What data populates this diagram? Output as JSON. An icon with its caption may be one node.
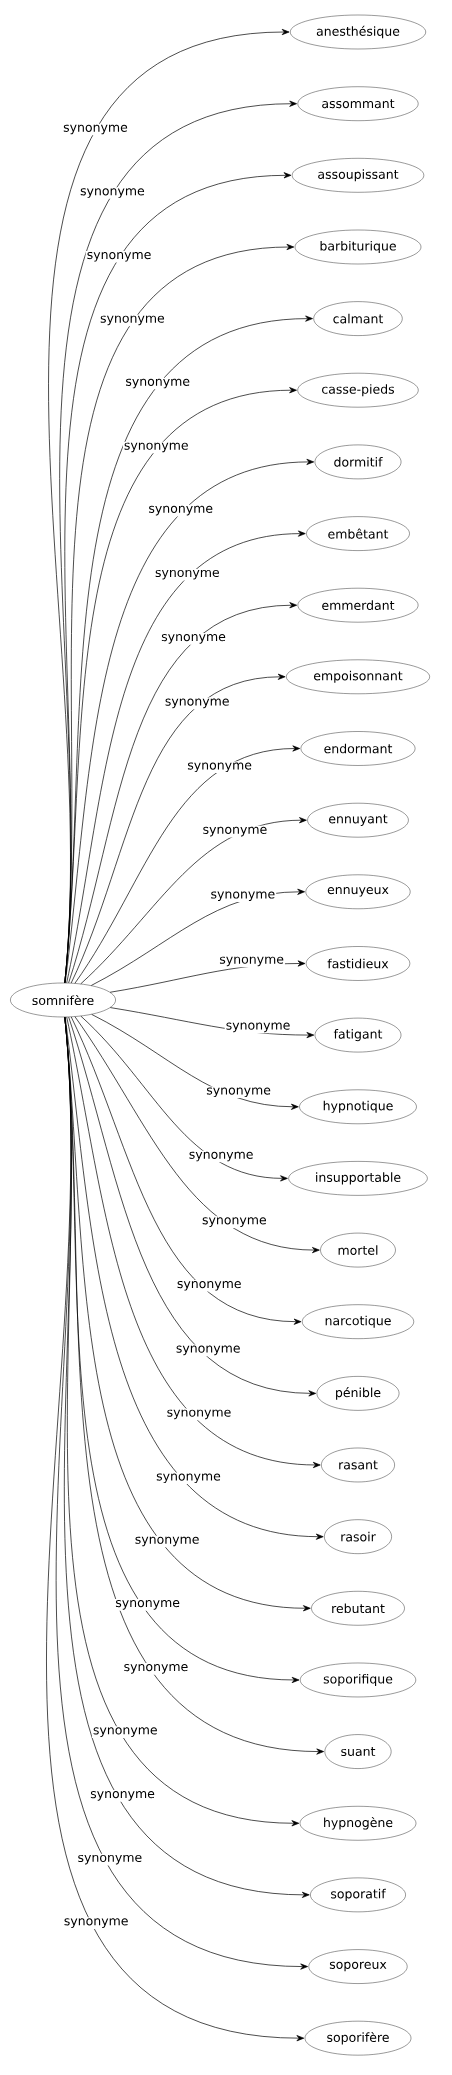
{
  "diagram": {
    "nodes": [
      {
        "text": [
          "somnifère"
        ]
      },
      {
        "text": [
          "anesthésique"
        ]
      },
      {
        "text": [
          "assommant"
        ]
      },
      {
        "text": [
          "assoupissant"
        ]
      },
      {
        "text": [
          "barbiturique"
        ]
      },
      {
        "text": [
          "calmant"
        ]
      },
      {
        "text": [
          "casse-pieds"
        ]
      },
      {
        "text": [
          "dormitif"
        ]
      },
      {
        "text": [
          "embêtant"
        ]
      },
      {
        "text": [
          "emmerdant"
        ]
      },
      {
        "text": [
          "empoisonnant"
        ]
      },
      {
        "text": [
          "endormant"
        ]
      },
      {
        "text": [
          "ennuyant"
        ]
      },
      {
        "text": [
          "ennuyeux"
        ]
      },
      {
        "text": [
          "fastidieux"
        ]
      },
      {
        "text": [
          "fatigant"
        ]
      },
      {
        "text": [
          "hypnotique"
        ]
      },
      {
        "text": [
          "insupportable"
        ]
      },
      {
        "text": [
          "mortel"
        ]
      },
      {
        "text": [
          "narcotique"
        ]
      },
      {
        "text": [
          "pénible"
        ]
      },
      {
        "text": [
          "rasant"
        ]
      },
      {
        "text": [
          "rasoir"
        ]
      },
      {
        "text": [
          "rebutant"
        ]
      },
      {
        "text": [
          "soporifique"
        ]
      },
      {
        "text": [
          "suant"
        ]
      },
      {
        "text": [
          "hypnogène"
        ]
      },
      {
        "text": [
          "soporatif"
        ]
      },
      {
        "text": [
          "soporeux"
        ]
      },
      {
        "text": [
          "soporifère"
        ]
      }
    ],
    "edges": [
      {
        "from": 0,
        "to": 1,
        "arrow": "to",
        "label": "synonyme"
      },
      {
        "from": 0,
        "to": 2,
        "arrow": "to",
        "label": "synonyme"
      },
      {
        "from": 0,
        "to": 3,
        "arrow": "to",
        "label": "synonyme"
      },
      {
        "from": 0,
        "to": 4,
        "arrow": "to",
        "label": "synonyme"
      },
      {
        "from": 0,
        "to": 5,
        "arrow": "to",
        "label": "synonyme"
      },
      {
        "from": 0,
        "to": 6,
        "arrow": "to",
        "label": "synonyme"
      },
      {
        "from": 0,
        "to": 7,
        "arrow": "to",
        "label": "synonyme"
      },
      {
        "from": 0,
        "to": 8,
        "arrow": "to",
        "label": "synonyme"
      },
      {
        "from": 0,
        "to": 9,
        "arrow": "to",
        "label": "synonyme"
      },
      {
        "from": 0,
        "to": 10,
        "arrow": "to",
        "label": "synonyme"
      },
      {
        "from": 0,
        "to": 11,
        "arrow": "to",
        "label": "synonyme"
      },
      {
        "from": 0,
        "to": 12,
        "arrow": "to",
        "label": "synonyme"
      },
      {
        "from": 0,
        "to": 13,
        "arrow": "to",
        "label": "synonyme"
      },
      {
        "from": 0,
        "to": 14,
        "arrow": "to",
        "label": "synonyme"
      },
      {
        "from": 0,
        "to": 15,
        "arrow": "to",
        "label": "synonyme"
      },
      {
        "from": 0,
        "to": 16,
        "arrow": "to",
        "label": "synonyme"
      },
      {
        "from": 0,
        "to": 17,
        "arrow": "to",
        "label": "synonyme"
      },
      {
        "from": 0,
        "to": 18,
        "arrow": "to",
        "label": "synonyme"
      },
      {
        "from": 0,
        "to": 19,
        "arrow": "to",
        "label": "synonyme"
      },
      {
        "from": 0,
        "to": 20,
        "arrow": "to",
        "label": "synonyme"
      },
      {
        "from": 0,
        "to": 21,
        "arrow": "to",
        "label": "synonyme"
      },
      {
        "from": 0,
        "to": 22,
        "arrow": "to",
        "label": "synonyme"
      },
      {
        "from": 0,
        "to": 23,
        "arrow": "to",
        "label": "synonyme"
      },
      {
        "from": 0,
        "to": 24,
        "arrow": "to",
        "label": "synonyme"
      },
      {
        "from": 0,
        "to": 25,
        "arrow": "to",
        "label": "synonyme"
      },
      {
        "from": 0,
        "to": 26,
        "arrow": "to",
        "label": "synonyme"
      },
      {
        "from": 0,
        "to": 27,
        "arrow": "to",
        "label": "synonyme"
      },
      {
        "from": 0,
        "to": 28,
        "arrow": "to",
        "label": "synonyme"
      },
      {
        "from": 0,
        "to": 29,
        "arrow": "to",
        "label": "synonyme"
      }
    ]
  }
}
